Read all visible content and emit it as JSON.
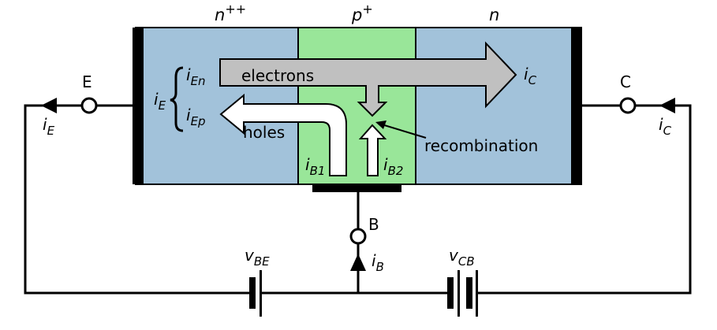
{
  "title": "Bipolar junction transistor (NPN) carrier flow diagram",
  "colors": {
    "n_region": "#a2c2da",
    "p_region": "#99e699",
    "electron_arrow": "#c0c0c0",
    "hole_arrow": "#ffffff",
    "wire": "#000000"
  },
  "regions": {
    "emitter": {
      "label_base": "n",
      "label_sup": "++"
    },
    "base": {
      "label_base": "p",
      "label_sup": "+"
    },
    "collector": {
      "label_base": "n",
      "label_sup": ""
    }
  },
  "flows": {
    "electrons": "electrons",
    "holes": "holes",
    "recombination": "recombination"
  },
  "currents": {
    "iE": {
      "base": "i",
      "sub": "E"
    },
    "iEn": {
      "base": "i",
      "sub": "En"
    },
    "iEp": {
      "base": "i",
      "sub": "Ep"
    },
    "iC": {
      "base": "i",
      "sub": "C"
    },
    "iB": {
      "base": "i",
      "sub": "B"
    },
    "iB1": {
      "base": "i",
      "sub": "B1"
    },
    "iB2": {
      "base": "i",
      "sub": "B2"
    }
  },
  "terminals": {
    "emitter": "E",
    "base": "B",
    "collector": "C"
  },
  "sources": {
    "vBE": {
      "base": "v",
      "sub": "BE"
    },
    "vCB": {
      "base": "v",
      "sub": "CB"
    }
  }
}
